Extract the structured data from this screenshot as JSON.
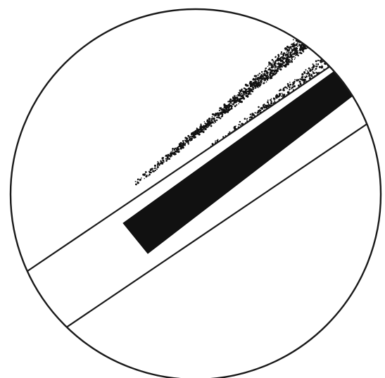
{
  "figure": {
    "colors": {
      "background": "#ffffff",
      "ink": "#111111",
      "outline": "#1a1a1a"
    },
    "parts": [
      {
        "name": "circular-field",
        "shape": "circle"
      },
      {
        "name": "slide-tube",
        "shape": "band",
        "fill": "white"
      },
      {
        "name": "tube-dark-core",
        "shape": "band",
        "fill": "black"
      },
      {
        "name": "upper-flare-stipple",
        "shape": "dot-cloud"
      },
      {
        "name": "lower-flare-stipple",
        "shape": "dot-cloud"
      }
    ]
  }
}
